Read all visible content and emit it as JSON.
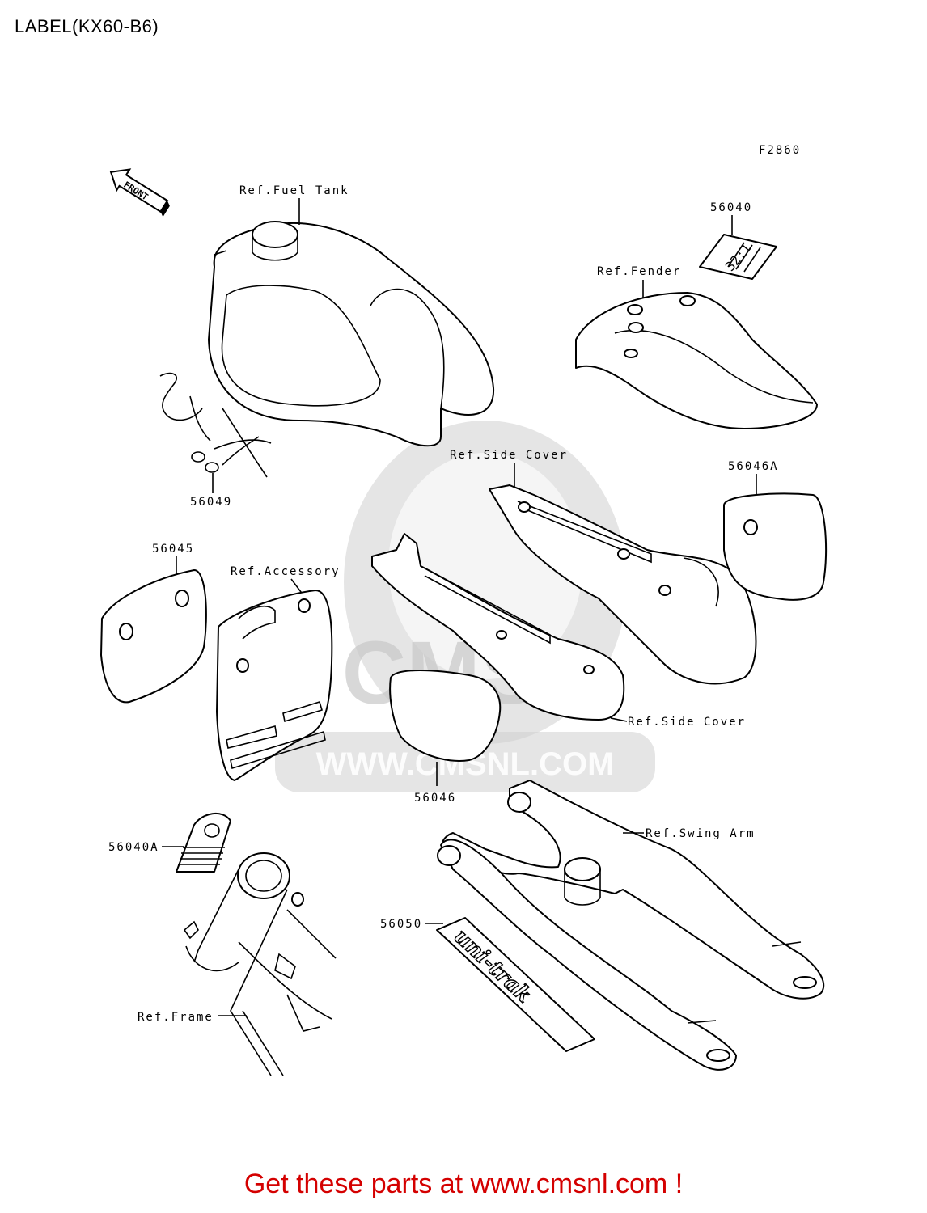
{
  "title": "LABEL(KX60-B6)",
  "figure_code": "F2860",
  "front_arrow": "FRONT",
  "watermark": {
    "brand": "CMS",
    "url": "WWW.CMSNL.COM"
  },
  "labels": {
    "fuel_tank": "Ref.Fuel Tank",
    "p56040": "56040",
    "sticker_56040_text": "32:1",
    "fender": "Ref.Fender",
    "p56049": "56049",
    "side_cover_top": "Ref.Side Cover",
    "p56046A": "56046A",
    "p56045": "56045",
    "accessory": "Ref.Accessory",
    "side_cover_mid": "Ref.Side Cover",
    "p56046": "56046",
    "swing_arm": "Ref.Swing Arm",
    "p56040A": "56040A",
    "p56050": "56050",
    "sticker_56050_text": "uni-trak",
    "frame": "Ref.Frame"
  },
  "footer": "Get these parts at www.cmsnl.com !"
}
